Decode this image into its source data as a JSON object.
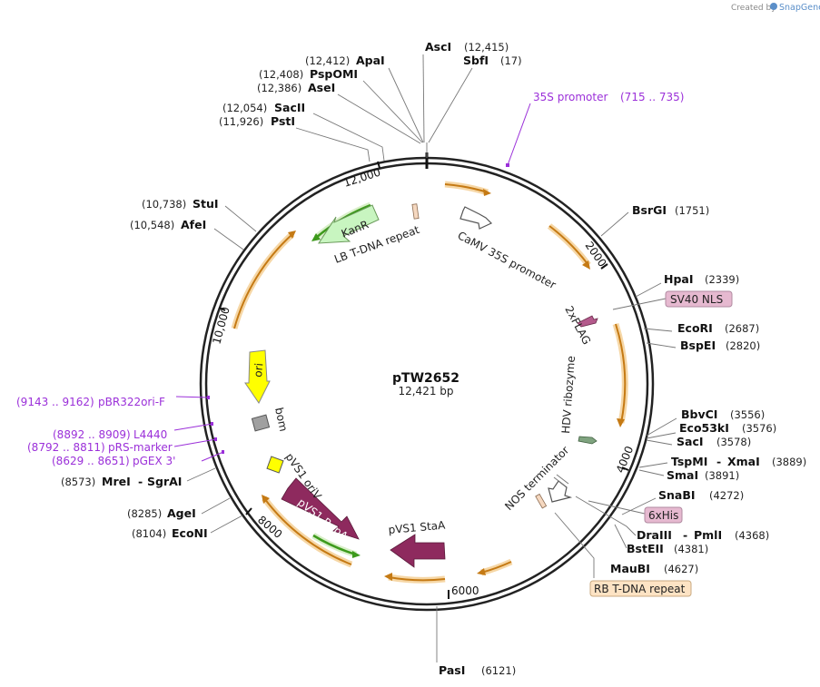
{
  "credit": {
    "text": "Created by",
    "brand": "SnapGene"
  },
  "plasmid": {
    "name": "pTW2652",
    "size_label": "12,421 bp"
  },
  "ticks": [
    "2000",
    "4000",
    "6000",
    "8000",
    "10,000",
    "12,000"
  ],
  "sites": [
    {
      "id": "asci",
      "name": "AscI",
      "pos": "(12,415)"
    },
    {
      "id": "sbfi",
      "name": "SbfI",
      "pos": "(17)"
    },
    {
      "id": "apai",
      "name": "ApaI",
      "pos": "(12,412)"
    },
    {
      "id": "pspomi",
      "name": "PspOMI",
      "pos": "(12,408)"
    },
    {
      "id": "asei",
      "name": "AseI",
      "pos": "(12,386)"
    },
    {
      "id": "sacii",
      "name": "SacII",
      "pos": "(12,054)"
    },
    {
      "id": "psti",
      "name": "PstI",
      "pos": "(11,926)"
    },
    {
      "id": "stui",
      "name": "StuI",
      "pos": "(10,738)"
    },
    {
      "id": "afei",
      "name": "AfeI",
      "pos": "(10,548)"
    },
    {
      "id": "bsrgi",
      "name": "BsrGI",
      "pos": "(1751)"
    },
    {
      "id": "hpai",
      "name": "HpaI",
      "pos": "(2339)"
    },
    {
      "id": "ecori",
      "name": "EcoRI",
      "pos": "(2687)"
    },
    {
      "id": "bspei",
      "name": "BspEI",
      "pos": "(2820)"
    },
    {
      "id": "bbvci",
      "name": "BbvCI",
      "pos": "(3556)"
    },
    {
      "id": "eco53ki",
      "name": "Eco53kI",
      "pos": "(3576)"
    },
    {
      "id": "saci",
      "name": "SacI",
      "pos": "(3578)"
    },
    {
      "id": "tspmi",
      "name": "TspMI",
      "name2": "XmaI",
      "pos": "(3889)"
    },
    {
      "id": "smai",
      "name": "SmaI",
      "pos": "(3891)"
    },
    {
      "id": "snabi",
      "name": "SnaBI",
      "pos": "(4272)"
    },
    {
      "id": "draiii",
      "name": "DraIII",
      "name2": "PmlI",
      "pos": "(4368)"
    },
    {
      "id": "bsteii",
      "name": "BstEII",
      "pos": "(4381)"
    },
    {
      "id": "maubi",
      "name": "MauBI",
      "pos": "(4627)"
    },
    {
      "id": "pasi",
      "name": "PasI",
      "pos": "(6121)"
    },
    {
      "id": "mrei",
      "name": "MreI",
      "name2": "SgrAI",
      "pos": "(8573)"
    },
    {
      "id": "agei",
      "name": "AgeI",
      "pos": "(8285)"
    },
    {
      "id": "econi",
      "name": "EcoNI",
      "pos": "(8104)"
    }
  ],
  "primers": [
    {
      "id": "35s",
      "name": "35S promoter",
      "range": "(715 .. 735)"
    },
    {
      "id": "pbr322",
      "name": "pBR322ori-F",
      "range": "(9143 .. 9162)"
    },
    {
      "id": "l4440",
      "name": "L4440",
      "range": "(8892 .. 8909)"
    },
    {
      "id": "prs",
      "name": "pRS-marker",
      "range": "(8792 .. 8811)"
    },
    {
      "id": "pgex",
      "name": "pGEX 3'",
      "range": "(8629 .. 8651)"
    }
  ],
  "boxed_features": [
    {
      "id": "sv40",
      "name": "SV40 NLS",
      "color": "#e6b9d0"
    },
    {
      "id": "6xhis",
      "name": "6xHis",
      "color": "#e6b9d0"
    },
    {
      "id": "rb",
      "name": "RB T-DNA repeat",
      "color": "#fde3c4"
    }
  ],
  "features": [
    {
      "id": "camv",
      "name": "CaMV 35S promoter"
    },
    {
      "id": "2xflag",
      "name": "2xFLAG"
    },
    {
      "id": "hdv",
      "name": "HDV ribozyme"
    },
    {
      "id": "nos",
      "name": "NOS terminator"
    },
    {
      "id": "stau",
      "name": "pVS1 StaA"
    },
    {
      "id": "repa",
      "name": "pVS1 RepA"
    },
    {
      "id": "oriv",
      "name": "pVS1 oriV"
    },
    {
      "id": "bom",
      "name": "bom"
    },
    {
      "id": "ori",
      "name": "ori"
    },
    {
      "id": "kanr",
      "name": "KanR"
    },
    {
      "id": "lb",
      "name": "LB T-DNA repeat"
    }
  ],
  "colors": {
    "backbone": "#222222",
    "orf_arrow": "#e6a43a",
    "green_arrow": "#3d9a1c",
    "primer": "#9b30d9",
    "repa": "#8e2a5e",
    "ori": "#ffff00",
    "kanr": "#c8f5c0",
    "flag": "#b45a8c",
    "hdv": "#7fa37f"
  }
}
